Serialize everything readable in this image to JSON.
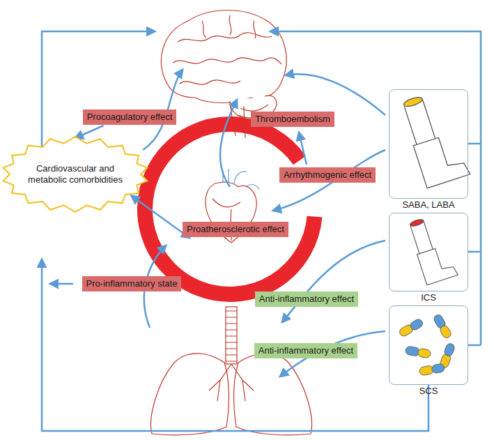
{
  "diagram": {
    "nodes": [
      {
        "text": [
          "Procoagulatory effect"
        ]
      },
      {
        "text": [
          "Thromboembolism"
        ]
      },
      {
        "text": [
          "SABA, LABA"
        ]
      },
      {
        "text": [
          "Cardiovascular and metabolic comorbidities"
        ]
      },
      {
        "text": [
          "Arrhythmogenic effect"
        ]
      },
      {
        "text": [
          "ICS"
        ]
      },
      {
        "text": [
          "Proatherosclerotic effect"
        ]
      },
      {
        "text": [
          "Pro-inflammatory state"
        ]
      },
      {
        "text": [
          "Anti-inflammatory effect"
        ]
      },
      {
        "text": [
          "SCS"
        ]
      },
      {
        "text": [
          "Anti-inflammatory effect"
        ]
      }
    ],
    "edges": [
      {
        "from": 0,
        "to": 3,
        "arrow": "to"
      },
      {
        "from": 3,
        "to": 6,
        "arrow": "both"
      }
    ]
  }
}
